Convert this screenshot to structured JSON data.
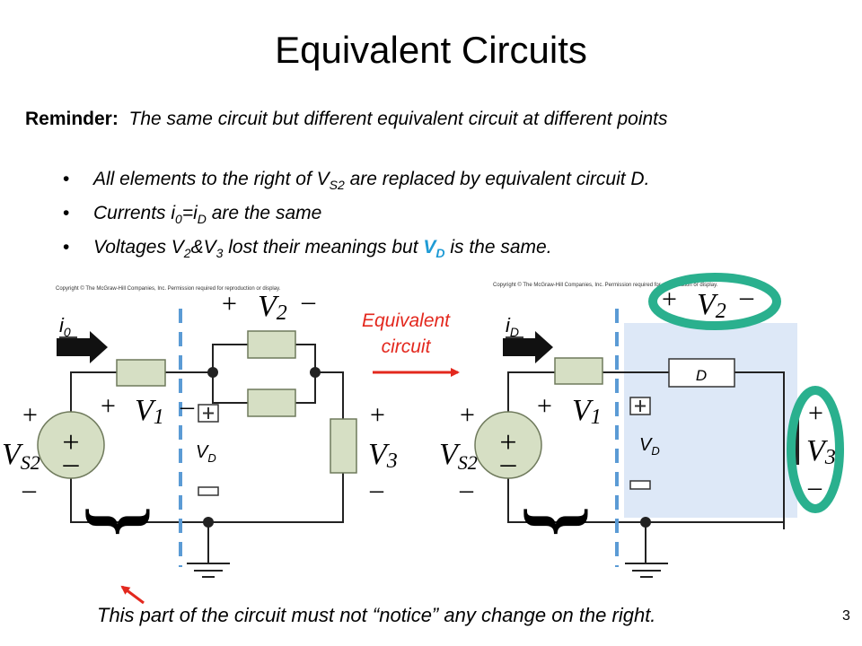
{
  "slide": {
    "title": "Equivalent Circuits",
    "reminder_label": "Reminder:",
    "reminder_text": "The same circuit but different equivalent circuit at different points",
    "bullets": {
      "b1_pre": "All elements to the right of V",
      "b1_sub": "S2",
      "b1_post": " are replaced by equivalent circuit D.",
      "b2_pre": "Currents i",
      "b2_sub1": "0",
      "b2_mid": "=i",
      "b2_sub2": "D",
      "b2_post": " are the same",
      "b3_pre": "Voltages V",
      "b3_sub1": "2",
      "b3_mid": "&V",
      "b3_sub2": "3",
      "b3_post1": " lost their meanings but ",
      "b3_vd": "V",
      "b3_vd_sub": "D",
      "b3_post2": " is the same."
    },
    "footer": "This part of the circuit must not “notice” any change on the right.",
    "page_number": "3"
  },
  "diagram": {
    "copyright": "Copyright © The McGraw-Hill Companies, Inc. Permission required for reproduction or display.",
    "equivalent_label_line1": "Equivalent",
    "equivalent_label_line2": "circuit",
    "box_d_label": "D",
    "current_i0": "i",
    "current_i0_sub": "0",
    "current_id": "i",
    "current_id_sub": "D",
    "vd": "V",
    "vd_sub": "D",
    "v1": "V",
    "v1_sub": "1",
    "v2": "V",
    "v2_sub": "2",
    "v3": "V",
    "v3_sub": "3",
    "vs": "V",
    "vs_sub": "S2",
    "plus": "+",
    "minus": "–"
  },
  "colors": {
    "red": "#e3281e",
    "blue_dash": "#5b9bd5",
    "teal": "#2ab08e",
    "resistor_fill": "#d6dfc4",
    "resistor_stroke": "#6f7a5c",
    "shade": "#dde8f7",
    "vd_blue": "#1f9bd5"
  }
}
